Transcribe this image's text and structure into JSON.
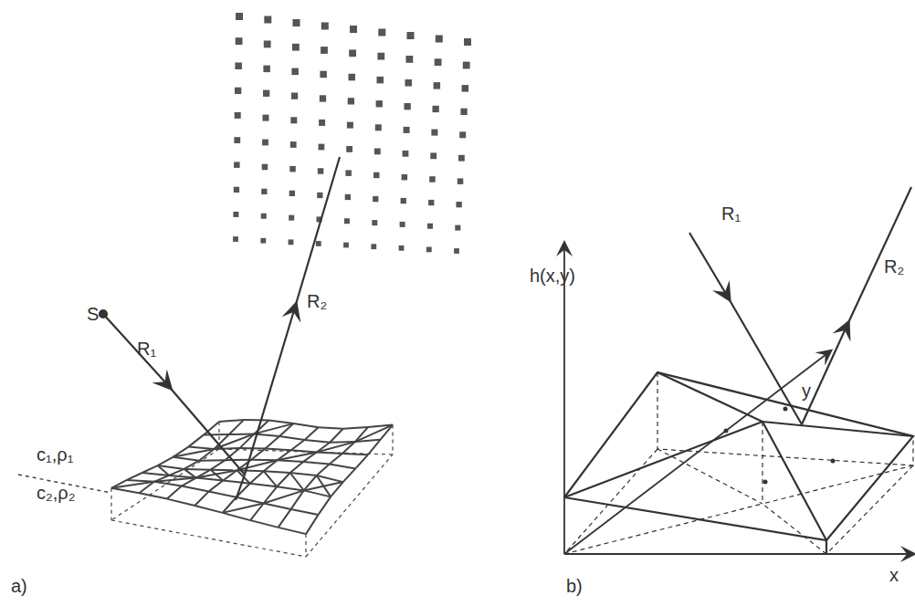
{
  "diagram": {
    "labels": [
      "S",
      "R₁",
      "R₂",
      "c₁,ρ₁",
      "c₂,ρ₂",
      "a)",
      "h(x,y)",
      "R₁",
      "R₂",
      "y",
      "x",
      "b)"
    ]
  }
}
